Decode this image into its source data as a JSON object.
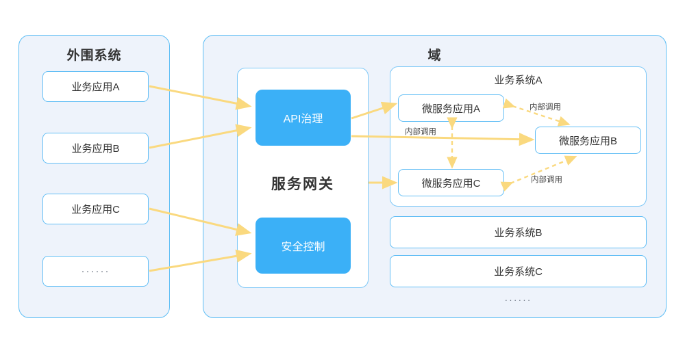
{
  "colors": {
    "panel_bg": "#eef3fb",
    "panel_border": "#5bbdf5",
    "node_border": "#62bef5",
    "accent_blue": "#3bb0f7",
    "arrow_yellow": "#fad97f",
    "text_dark": "#333333"
  },
  "left_panel": {
    "title": "外围系统",
    "items": [
      {
        "label": "业务应用A"
      },
      {
        "label": "业务应用B"
      },
      {
        "label": "业务应用C"
      },
      {
        "label": "······"
      }
    ]
  },
  "domain_panel": {
    "title": "域",
    "gateway": {
      "center_label": "服务网关",
      "blocks": [
        {
          "label": "API治理"
        },
        {
          "label": "安全控制"
        }
      ]
    },
    "business_system_a": {
      "title": "业务系统A",
      "services": [
        {
          "label": "微服务应用A"
        },
        {
          "label": "微服务应用B"
        },
        {
          "label": "微服务应用C"
        }
      ],
      "edge_labels": [
        {
          "label": "内部调用"
        },
        {
          "label": "内部调用"
        },
        {
          "label": "内部调用"
        }
      ]
    },
    "other_systems": [
      {
        "label": "业务系统B"
      },
      {
        "label": "业务系统C"
      }
    ],
    "trailing_dots": "······"
  }
}
